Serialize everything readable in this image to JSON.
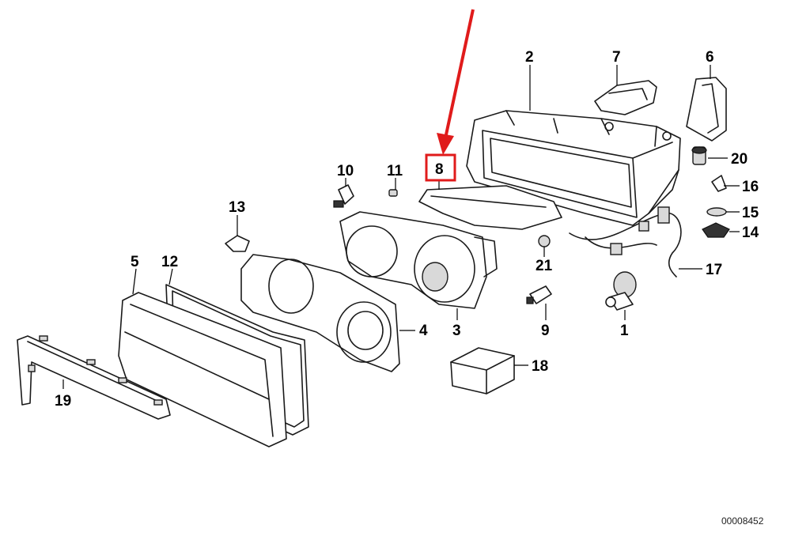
{
  "diagram": {
    "part_numbers": [
      "1",
      "2",
      "3",
      "4",
      "5",
      "6",
      "7",
      "8",
      "9",
      "10",
      "11",
      "12",
      "13",
      "14",
      "15",
      "16",
      "17",
      "18",
      "19",
      "20",
      "21"
    ],
    "highlighted_part": "8",
    "highlight_color": "#e01b1b",
    "reference_code": "00008452"
  }
}
